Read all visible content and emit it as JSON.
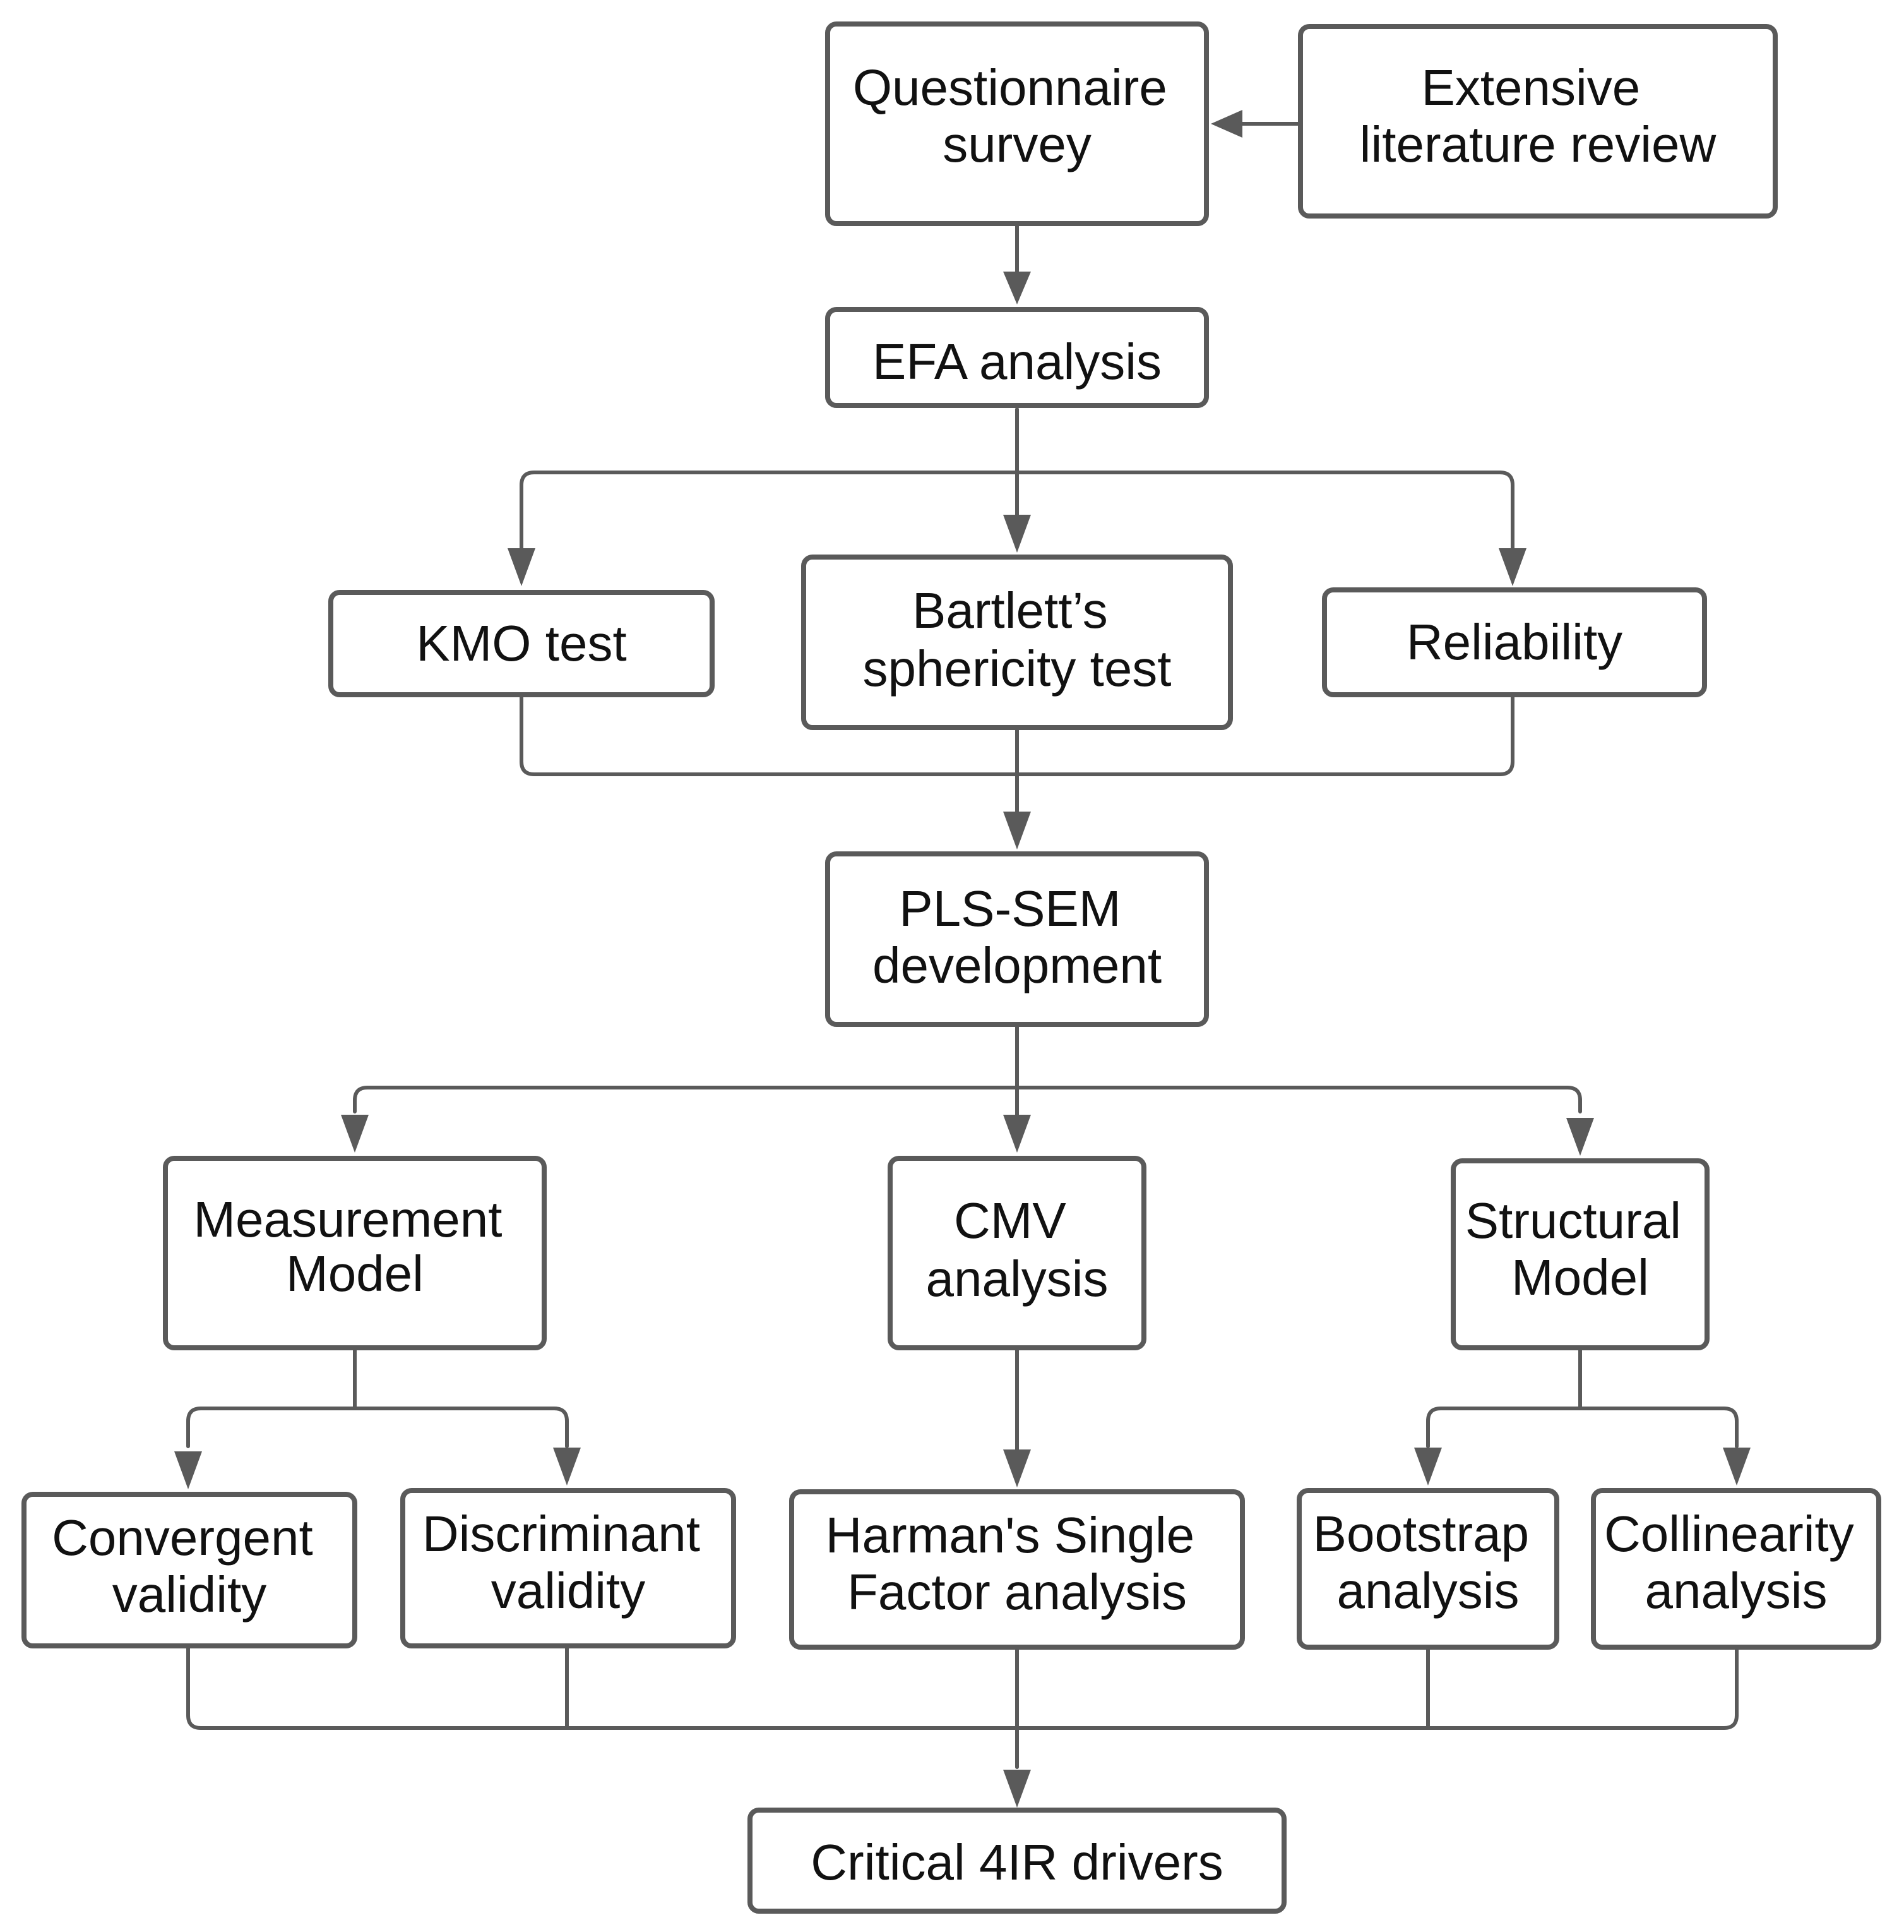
{
  "nodes": {
    "questionnaire": {
      "lines": [
        "Questionnaire",
        "survey"
      ]
    },
    "literature": {
      "lines": [
        "Extensive",
        "literature review"
      ]
    },
    "efa": {
      "lines": [
        "EFA analysis"
      ]
    },
    "kmo": {
      "lines": [
        "KMO test"
      ]
    },
    "bartlett": {
      "lines": [
        "Bartlett’s",
        "sphericity test"
      ]
    },
    "reliability": {
      "lines": [
        "Reliability"
      ]
    },
    "plssem": {
      "lines": [
        "PLS-SEM",
        "development"
      ]
    },
    "measurement": {
      "lines": [
        "Measurement",
        "Model"
      ]
    },
    "cmv": {
      "lines": [
        "CMV",
        "analysis"
      ]
    },
    "structural": {
      "lines": [
        "Structural",
        "Model"
      ]
    },
    "convergent": {
      "lines": [
        "Convergent",
        "validity"
      ]
    },
    "discriminant": {
      "lines": [
        "Discriminant",
        "validity"
      ]
    },
    "harman": {
      "lines": [
        "Harman's Single",
        "Factor analysis"
      ]
    },
    "bootstrap": {
      "lines": [
        "Bootstrap",
        "analysis"
      ]
    },
    "collinearity": {
      "lines": [
        "Collinearity",
        "analysis"
      ]
    },
    "drivers": {
      "lines": [
        "Critical 4IR drivers"
      ]
    }
  }
}
